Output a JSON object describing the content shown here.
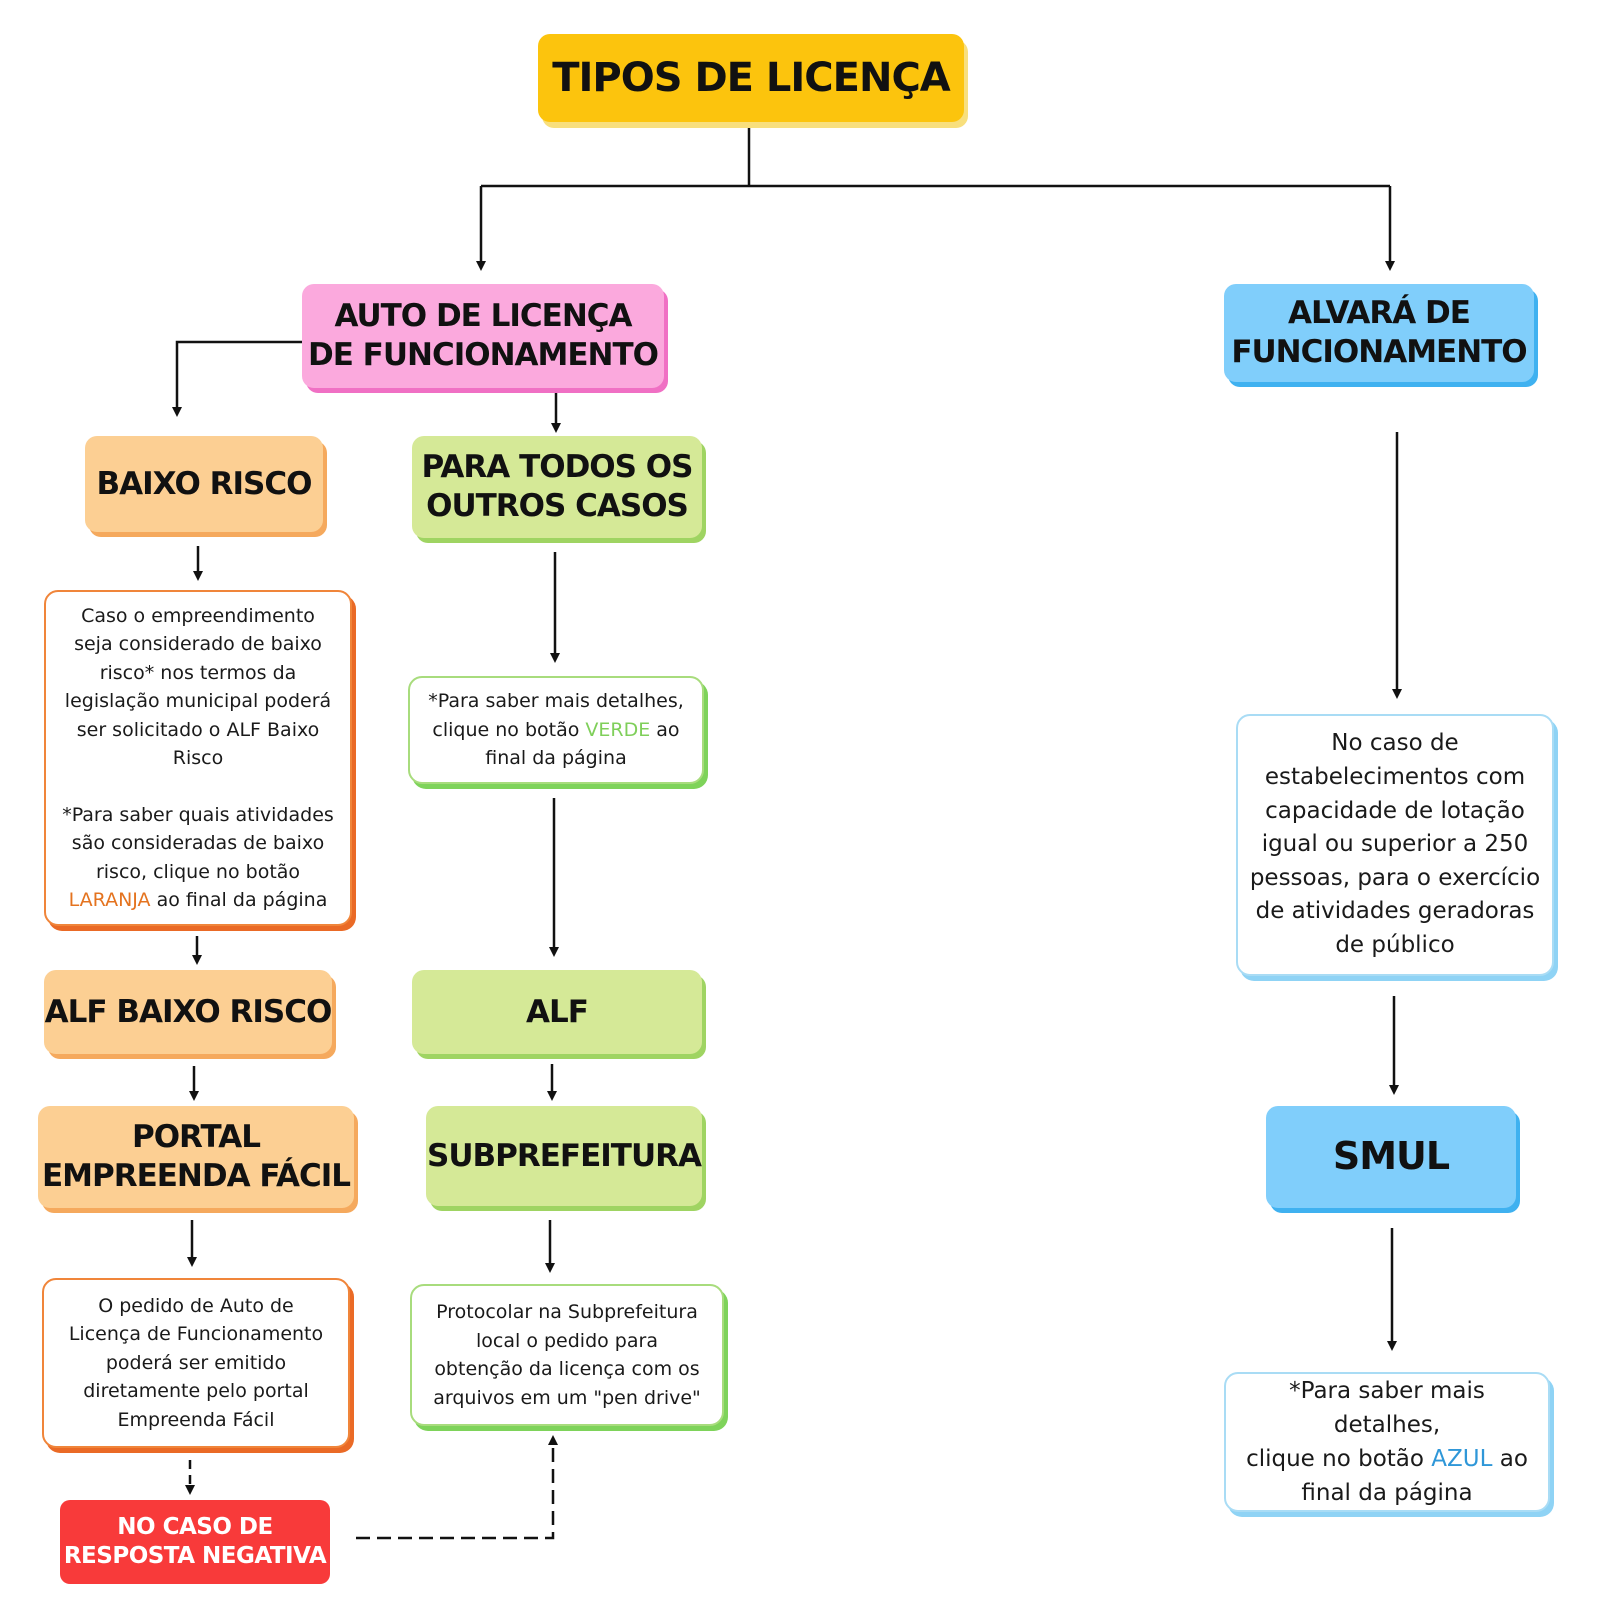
{
  "diagram": {
    "root": {
      "lines": [
        "TIPOS DE LICENÇA"
      ]
    },
    "auto": {
      "lines": [
        "AUTO DE LICENÇA",
        "DE FUNCIONAMENTO"
      ]
    },
    "alvara": {
      "lines": [
        "ALVARÁ DE",
        "FUNCIONAMENTO"
      ]
    },
    "baixo_risco": {
      "lines": [
        "BAIXO RISCO"
      ]
    },
    "outros_casos": {
      "lines": [
        "PARA TODOS OS",
        "OUTROS CASOS"
      ]
    },
    "baixo_risco_note": {
      "para1": [
        "Caso o empreendimento",
        "seja considerado de baixo",
        "risco* nos termos da",
        "legislação municipal poderá",
        "ser solicitado o ALF Baixo",
        "Risco"
      ],
      "para2": [
        "*Para saber quais atividades",
        "são consideradas de baixo",
        "risco, clique no botão"
      ],
      "last_keyword": "LARANJA",
      "last_rest": " ao final da página"
    },
    "verde_note": {
      "line1": "*Para saber mais detalhes,",
      "line2_pre": "clique no botão ",
      "keyword": "VERDE",
      "line2_post": " ao",
      "line3": "final da página"
    },
    "alvara_note": {
      "lines": [
        "No caso de",
        "estabelecimentos com",
        "capacidade de lotação",
        "igual ou superior a 250",
        "pessoas, para o exercício",
        "de atividades geradoras",
        "de público"
      ]
    },
    "alf_baixo_risco": {
      "lines": [
        "ALF BAIXO RISCO"
      ]
    },
    "alf": {
      "lines": [
        "ALF"
      ]
    },
    "portal": {
      "lines": [
        "PORTAL",
        "EMPREENDA FÁCIL"
      ]
    },
    "subprefeitura": {
      "lines": [
        "SUBPREFEITURA"
      ]
    },
    "smul": {
      "lines": [
        "SMUL"
      ]
    },
    "portal_note": {
      "lines": [
        "O pedido de Auto de",
        "Licença de Funcionamento",
        "poderá ser emitido",
        "diretamente pelo portal",
        "Empreenda Fácil"
      ]
    },
    "protocolar_note": {
      "lines": [
        "Protocolar na Subprefeitura",
        "local o pedido para",
        "obtenção da licença com os",
        "arquivos em um \"pen drive\""
      ]
    },
    "azul_note": {
      "line1": "*Para saber mais detalhes,",
      "line2_pre": "clique no botão ",
      "keyword": "AZUL",
      "line2_post": " ao",
      "line3": "final da página"
    },
    "negativa": {
      "lines": [
        "NO CASO DE",
        "RESPOSTA NEGATIVA"
      ]
    }
  },
  "colors": {
    "root": "#fcc40d",
    "auto_pink": "#fba9dd",
    "alvara_blue": "#80cefb",
    "orange_box": "#fccf93",
    "green_box": "#d5e997",
    "negativa_red": "#f83a3a",
    "laranja_keyword": "#e4731f",
    "verde_keyword": "#7fcf5a",
    "azul_keyword": "#2f97d8"
  }
}
